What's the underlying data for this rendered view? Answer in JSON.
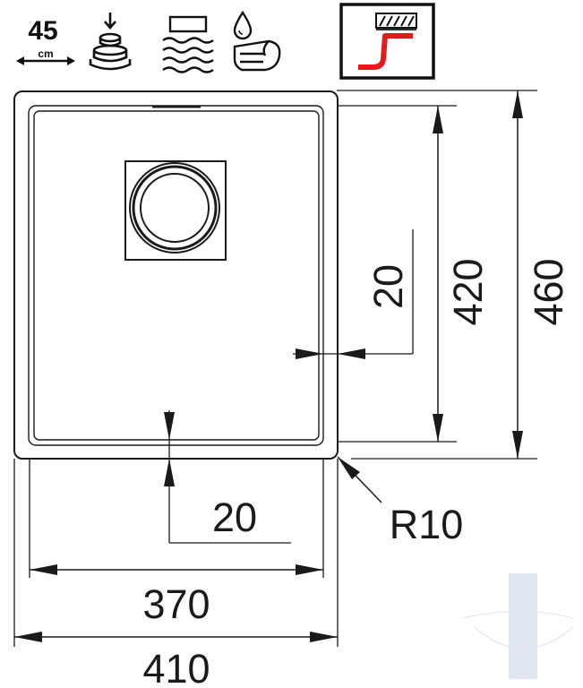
{
  "icons": {
    "cabinet_size_value": "45",
    "cabinet_size_unit": "cm",
    "icon_names": [
      "cabinet-width-icon",
      "drain-stack-icon",
      "water-waves-icon",
      "hand-wash-icon",
      "undermount-install-icon"
    ],
    "accent_color": "#e21b1b"
  },
  "dimensions": {
    "bowl_inner_width": "370",
    "overall_width": "410",
    "bowl_inner_depth": "420",
    "overall_depth": "460",
    "rim_side": "20",
    "rim_front": "20",
    "corner_radius": "R10"
  },
  "colors": {
    "line": "#1a1a1a",
    "watermark": "#c9d6e8"
  }
}
